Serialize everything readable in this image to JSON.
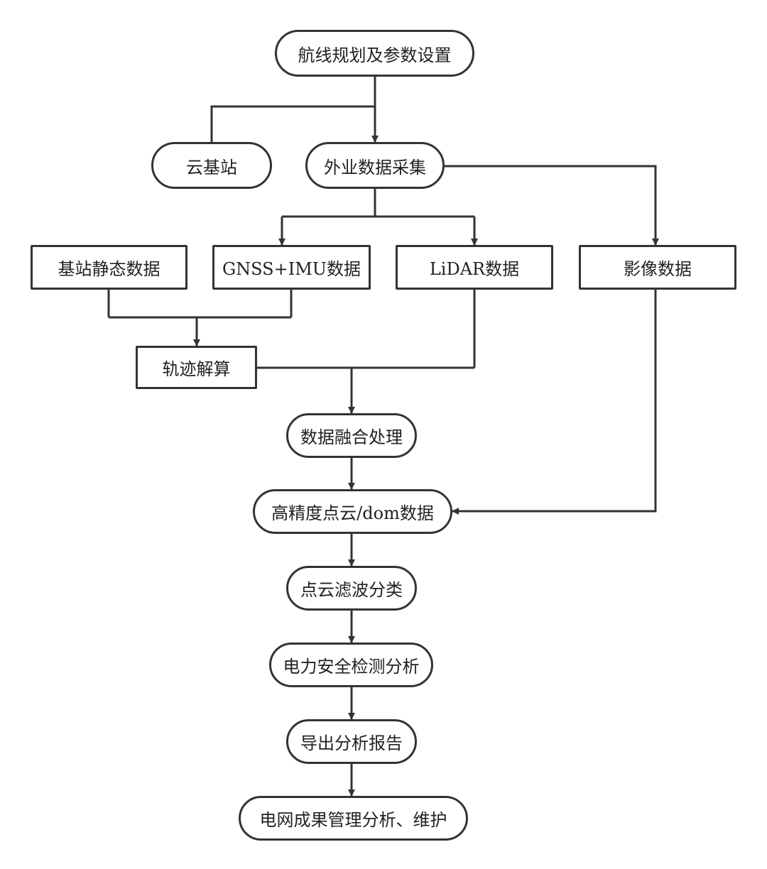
{
  "nodes": {
    "route_planning": "航线规划及参数设置",
    "cloud_base_station": "云基站",
    "field_collection": "外业数据采集",
    "base_static_data": "基站静态数据",
    "gnss_imu_data": "GNSS+IMU数据",
    "lidar_data": "LiDAR数据",
    "image_data": "影像数据",
    "trajectory_solving": "轨迹解算",
    "data_fusion": "数据融合处理",
    "hd_pointcloud_dom": "高精度点云/dom数据",
    "pointcloud_filtering": "点云滤波分类",
    "power_safety_analysis": "电力安全检测分析",
    "export_report": "导出分析报告",
    "grid_results_management": "电网成果管理分析、维护"
  },
  "colors": {
    "stroke": "#333333",
    "fill": "#ffffff",
    "text": "#222222"
  }
}
